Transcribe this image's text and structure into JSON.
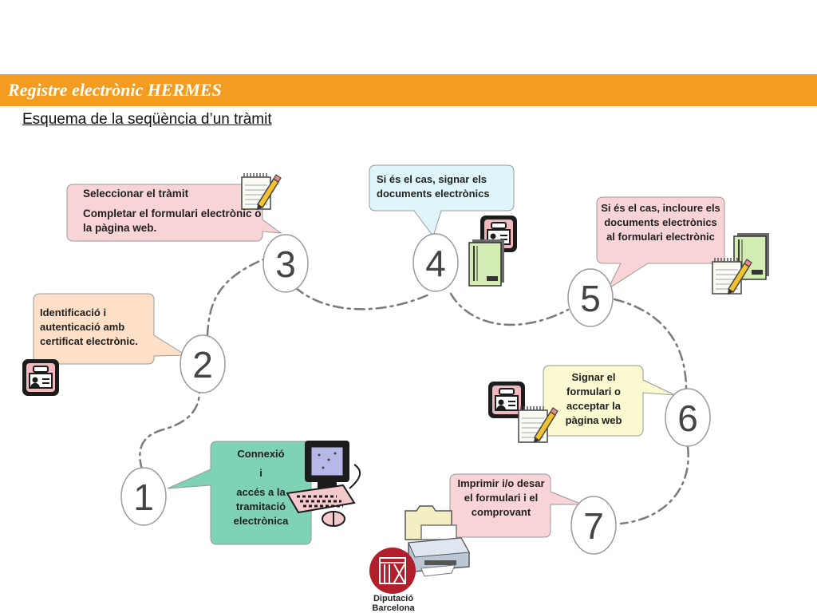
{
  "header": {
    "title": "Registre electrònic HERMES",
    "subtitle": "Esquema de la seqüència d’un tràmit"
  },
  "steps": [
    {
      "number": "1",
      "lines": [
        "Connexió",
        "i",
        "accés a la tramitació electrònica"
      ]
    },
    {
      "number": "2",
      "lines": [
        "Identificació i autenticació amb certificat electrònic."
      ]
    },
    {
      "number": "3",
      "lines": [
        "Seleccionar el tràmit",
        "Completar el formulari electrònic o la pàgina web."
      ]
    },
    {
      "number": "4",
      "lines": [
        "Si és el cas, signar  els documents electrònics"
      ]
    },
    {
      "number": "5",
      "lines": [
        "Si és el cas, incloure els documents electrònics al formulari electrònic"
      ]
    },
    {
      "number": "6",
      "lines": [
        "Signar el formulari o acceptar la pàgina web"
      ]
    },
    {
      "number": "7",
      "lines": [
        "Imprimir i/o desar el formulari i el comprovant"
      ]
    }
  ],
  "logo": {
    "line1": "Diputació",
    "line2": "Barcelona"
  },
  "colors": {
    "header": "#f39c1f",
    "note_pink": "#f9d4d6",
    "note_peach": "#fde0c7",
    "note_cyan": "#def6f9",
    "note_yellow": "#fbf9cf",
    "note_green": "#7dd3b4",
    "logo": "#b01f2b"
  },
  "icons": [
    "computer-icon",
    "id-card-icon",
    "notepad-pencil-icon",
    "document-icon",
    "printer-icon",
    "folder-icon",
    "diputacio-logo"
  ]
}
